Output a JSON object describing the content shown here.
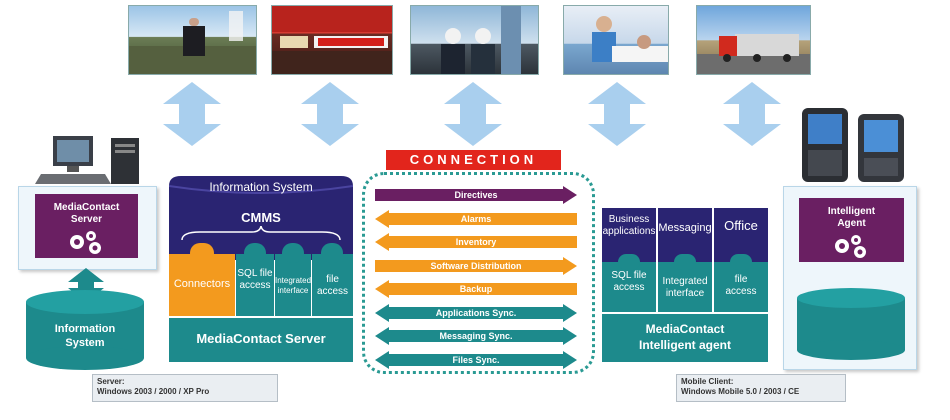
{
  "connection": {
    "title": "CONNECTION",
    "flows": [
      {
        "label": "Directives",
        "direction": "right",
        "color": "#6a1f62"
      },
      {
        "label": "Alarms",
        "direction": "left",
        "color": "#f39a1e"
      },
      {
        "label": "Inventory",
        "direction": "left",
        "color": "#f39a1e"
      },
      {
        "label": "Software Distribution",
        "direction": "right",
        "color": "#f39a1e"
      },
      {
        "label": "Backup",
        "direction": "left",
        "color": "#f39a1e"
      },
      {
        "label": "Applications Sync.",
        "direction": "both",
        "color": "#1d8a8c"
      },
      {
        "label": "Messaging Sync.",
        "direction": "both",
        "color": "#1d8a8c"
      },
      {
        "label": "Files Sync.",
        "direction": "both",
        "color": "#1d8a8c"
      }
    ]
  },
  "server_side": {
    "card_label": "MediaContact Server",
    "cylinder_label": "Information System",
    "caption_line1": "Server:",
    "caption_line2": "Windows 2003 / 2000 / XP Pro"
  },
  "info_system": {
    "title": "Information System",
    "cmms": "CMMS",
    "connectors": "Connectors",
    "sql": "SQL file access",
    "integrated": "Integrated interface",
    "file_access": "file access",
    "base_label": "MediaContact Server"
  },
  "agent": {
    "business": "Business applications",
    "messaging": "Messaging",
    "office": "Office",
    "sql": "SQL file access",
    "integrated": "Integrated interface",
    "file_access": "file access",
    "base_line1": "MediaContact",
    "base_line2": "Intelligent agent"
  },
  "mobile_side": {
    "card_label": "Intelligent Agent",
    "caption_line1": "Mobile Client:",
    "caption_line2": "Windows Mobile 5.0 / 2003 / CE"
  },
  "colors": {
    "purple": "#6a1f62",
    "orange": "#f39a1e",
    "teal": "#1d8a8c",
    "navy": "#2a2472",
    "arrow_blue": "#a9cfee",
    "red": "#e2251c"
  },
  "icons": [
    "gears-icon",
    "computer-icon",
    "pda-icon",
    "double-arrow-icon"
  ]
}
